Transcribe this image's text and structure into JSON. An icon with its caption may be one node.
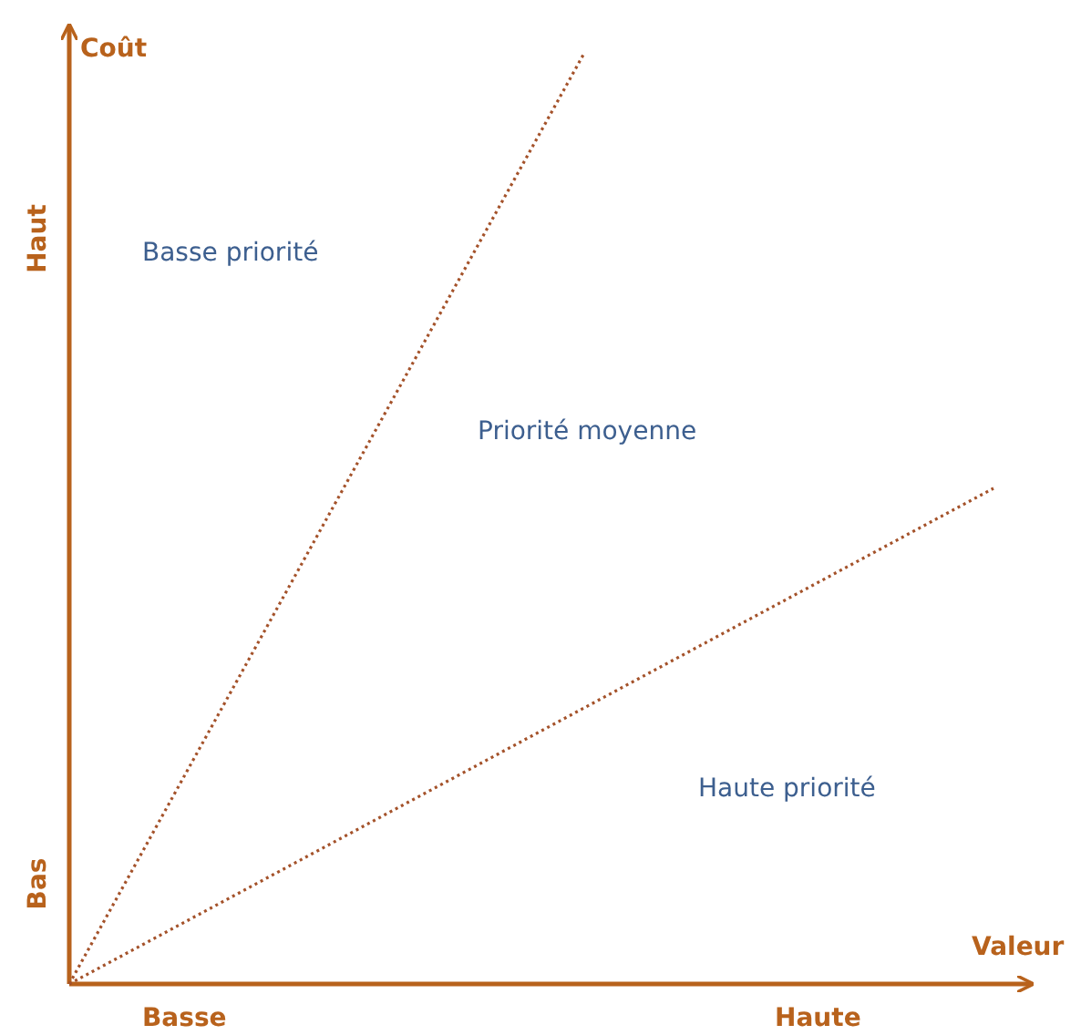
{
  "diagram": {
    "labels": [
      "Coût",
      "Haut",
      "Basse priorité",
      "Priorité moyenne",
      "Haute priorité",
      "Bas",
      "Valeur",
      "Basse",
      "Haute"
    ]
  }
}
